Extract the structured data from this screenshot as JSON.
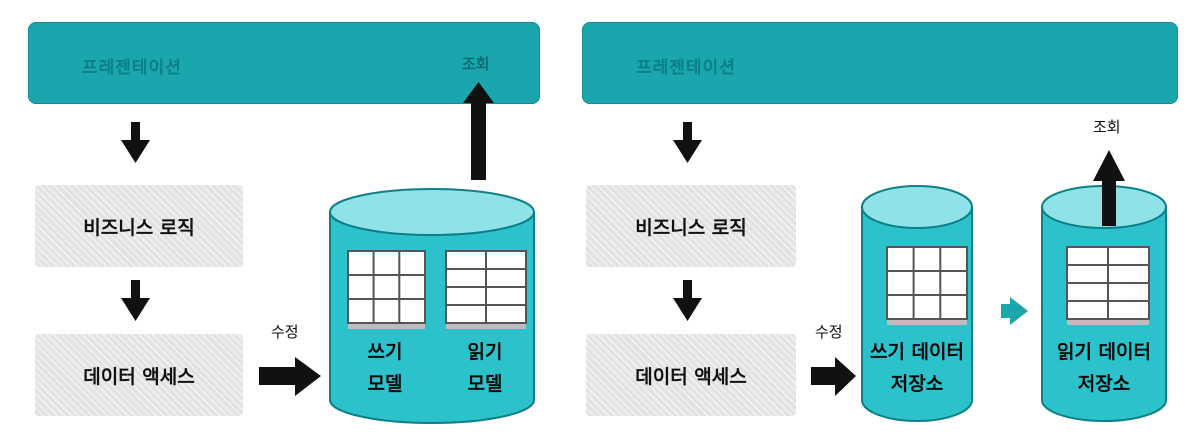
{
  "colors": {
    "teal": "#1aa6ad",
    "teal_dark": "#0d7f86",
    "cylinder_fill": "#2cc2cc",
    "cylinder_top": "#8fe3e8",
    "block_gray": "#e6e6e6",
    "arrow_black": "#111111"
  },
  "left": {
    "bar_title": "프레젠테이션",
    "bar_query_label": "조회",
    "business_logic": "비즈니스 로직",
    "data_access": "데이터 액세스",
    "modify_label": "수정",
    "write_model": "쓰기\n모델",
    "read_model": "읽기\n모델"
  },
  "right": {
    "bar_title": "프레젠테이션",
    "query_label": "조회",
    "business_logic": "비즈니스 로직",
    "data_access": "데이터 액세스",
    "modify_label": "수정",
    "write_store": "쓰기 데이터\n저장소",
    "read_store": "읽기 데이터\n저장소"
  }
}
